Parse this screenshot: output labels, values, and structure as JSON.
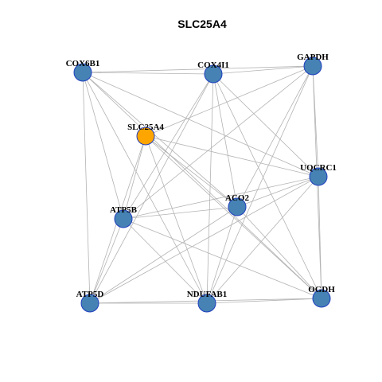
{
  "title": "SLC25A4",
  "colors": {
    "default_node": "#4682b4",
    "highlight_node": "#ffa500",
    "node_border": "#1f3fbf",
    "edge": "#b3b3b3"
  },
  "network": {
    "nodes": [
      {
        "id": "COX6B1",
        "label": "COX6B1",
        "highlight": false
      },
      {
        "id": "COX4I1",
        "label": "COX4I1",
        "highlight": false
      },
      {
        "id": "GAPDH",
        "label": "GAPDH",
        "highlight": false
      },
      {
        "id": "SLC25A4",
        "label": "SLC25A4",
        "highlight": true
      },
      {
        "id": "UQCRC1",
        "label": "UQCRC1",
        "highlight": false
      },
      {
        "id": "ACO2",
        "label": "ACO2",
        "highlight": false
      },
      {
        "id": "ATP5B",
        "label": "ATP5B",
        "highlight": false
      },
      {
        "id": "ATP5D",
        "label": "ATP5D",
        "highlight": false
      },
      {
        "id": "NDUFAB1",
        "label": "NDUFAB1",
        "highlight": false
      },
      {
        "id": "OGDH",
        "label": "OGDH",
        "highlight": false
      }
    ],
    "edges": [
      [
        "COX6B1",
        "COX4I1"
      ],
      [
        "COX6B1",
        "GAPDH"
      ],
      [
        "COX6B1",
        "UQCRC1"
      ],
      [
        "COX6B1",
        "ATP5B"
      ],
      [
        "COX6B1",
        "ATP5D"
      ],
      [
        "COX6B1",
        "NDUFAB1"
      ],
      [
        "COX6B1",
        "OGDH"
      ],
      [
        "COX6B1",
        "ACO2"
      ],
      [
        "COX4I1",
        "GAPDH"
      ],
      [
        "COX4I1",
        "UQCRC1"
      ],
      [
        "COX4I1",
        "ACO2"
      ],
      [
        "COX4I1",
        "ATP5B"
      ],
      [
        "COX4I1",
        "ATP5D"
      ],
      [
        "COX4I1",
        "NDUFAB1"
      ],
      [
        "COX4I1",
        "OGDH"
      ],
      [
        "GAPDH",
        "SLC25A4"
      ],
      [
        "GAPDH",
        "UQCRC1"
      ],
      [
        "GAPDH",
        "ACO2"
      ],
      [
        "GAPDH",
        "ATP5B"
      ],
      [
        "GAPDH",
        "NDUFAB1"
      ],
      [
        "GAPDH",
        "OGDH"
      ],
      [
        "SLC25A4",
        "UQCRC1"
      ],
      [
        "SLC25A4",
        "ACO2"
      ],
      [
        "SLC25A4",
        "ATP5B"
      ],
      [
        "SLC25A4",
        "ATP5D"
      ],
      [
        "SLC25A4",
        "NDUFAB1"
      ],
      [
        "SLC25A4",
        "OGDH"
      ],
      [
        "UQCRC1",
        "ACO2"
      ],
      [
        "UQCRC1",
        "ATP5B"
      ],
      [
        "UQCRC1",
        "ATP5D"
      ],
      [
        "UQCRC1",
        "NDUFAB1"
      ],
      [
        "UQCRC1",
        "OGDH"
      ],
      [
        "ACO2",
        "ATP5B"
      ],
      [
        "ACO2",
        "ATP5D"
      ],
      [
        "ACO2",
        "NDUFAB1"
      ],
      [
        "ACO2",
        "OGDH"
      ],
      [
        "ATP5B",
        "ATP5D"
      ],
      [
        "ATP5B",
        "NDUFAB1"
      ],
      [
        "ATP5B",
        "OGDH"
      ],
      [
        "ATP5D",
        "NDUFAB1"
      ],
      [
        "ATP5D",
        "OGDH"
      ],
      [
        "NDUFAB1",
        "OGDH"
      ]
    ]
  }
}
